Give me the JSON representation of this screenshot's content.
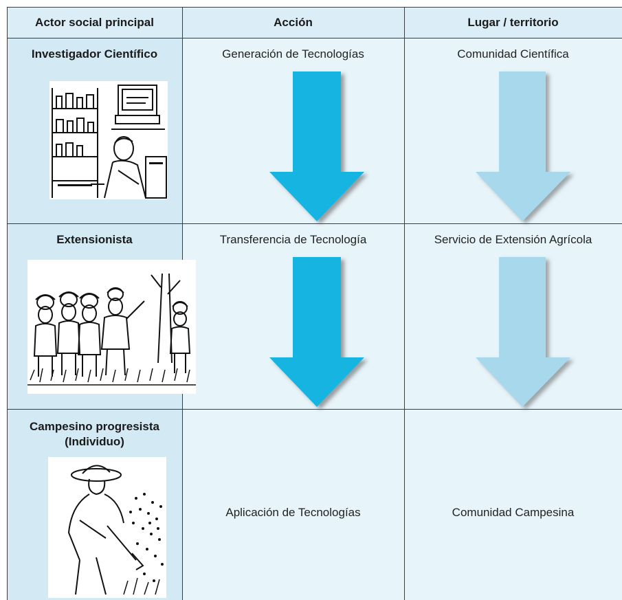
{
  "headers": {
    "actor": "Actor social principal",
    "accion": "Acción",
    "lugar": "Lugar / territorio"
  },
  "rows": [
    {
      "actor": "Investigador Científico",
      "accion": "Generación de Tecnologías",
      "lugar": "Comunidad Científica"
    },
    {
      "actor": "Extensionista",
      "accion": "Transferencia de Tecnología",
      "lugar": "Servicio de Extensión Agrícola"
    },
    {
      "actor_line1": "Campesino progresista",
      "actor_line2": "(Individuo)",
      "accion": "Aplicación de Tecnologías",
      "lugar": "Comunidad Campesina"
    }
  ],
  "colors": {
    "arrow_dark": "#17b4e0",
    "arrow_light": "#a8d8ec",
    "header_bg": "#dbeef7",
    "col1_bg": "#d3e9f4",
    "col_bg": "#e7f4fa"
  },
  "illustrations": [
    "scientist-illustration",
    "extension-workers-illustration",
    "farmer-illustration"
  ]
}
